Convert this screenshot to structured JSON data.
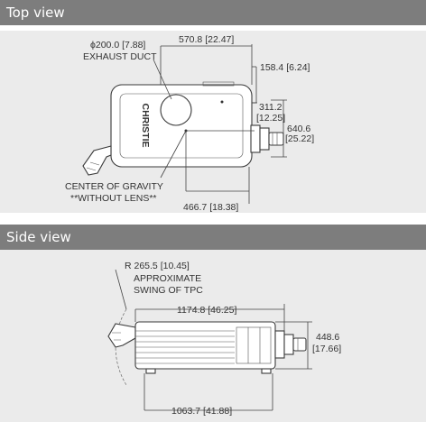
{
  "top_view": {
    "title": "Top view",
    "labels": {
      "exhaust_duct_dia": "ϕ200.0 [7.88]",
      "exhaust_duct": "EXHAUST DUCT",
      "width_dim": "570.8 [22.47]",
      "dim_158": "158.4 [6.24]",
      "dim_311_a": "311.2",
      "dim_311_b": "[12.25]",
      "dim_640_a": "640.6",
      "dim_640_b": "[25.22]",
      "center_of_gravity": "CENTER OF GRAVITY",
      "without_lens": "**WITHOUT LENS**",
      "dim_466": "466.7 [18.38]",
      "brand_text": "CHRISTIE"
    }
  },
  "side_view": {
    "title": "Side view",
    "labels": {
      "radius": "R 265.5 [10.45]",
      "approximate": "APPROXIMATE",
      "swing": "SWING OF TPC",
      "length_dim": "1174.8 [46.25]",
      "height_a": "448.6",
      "height_b": "[17.66]",
      "base_dim": "1063.7 [41.88]"
    }
  }
}
